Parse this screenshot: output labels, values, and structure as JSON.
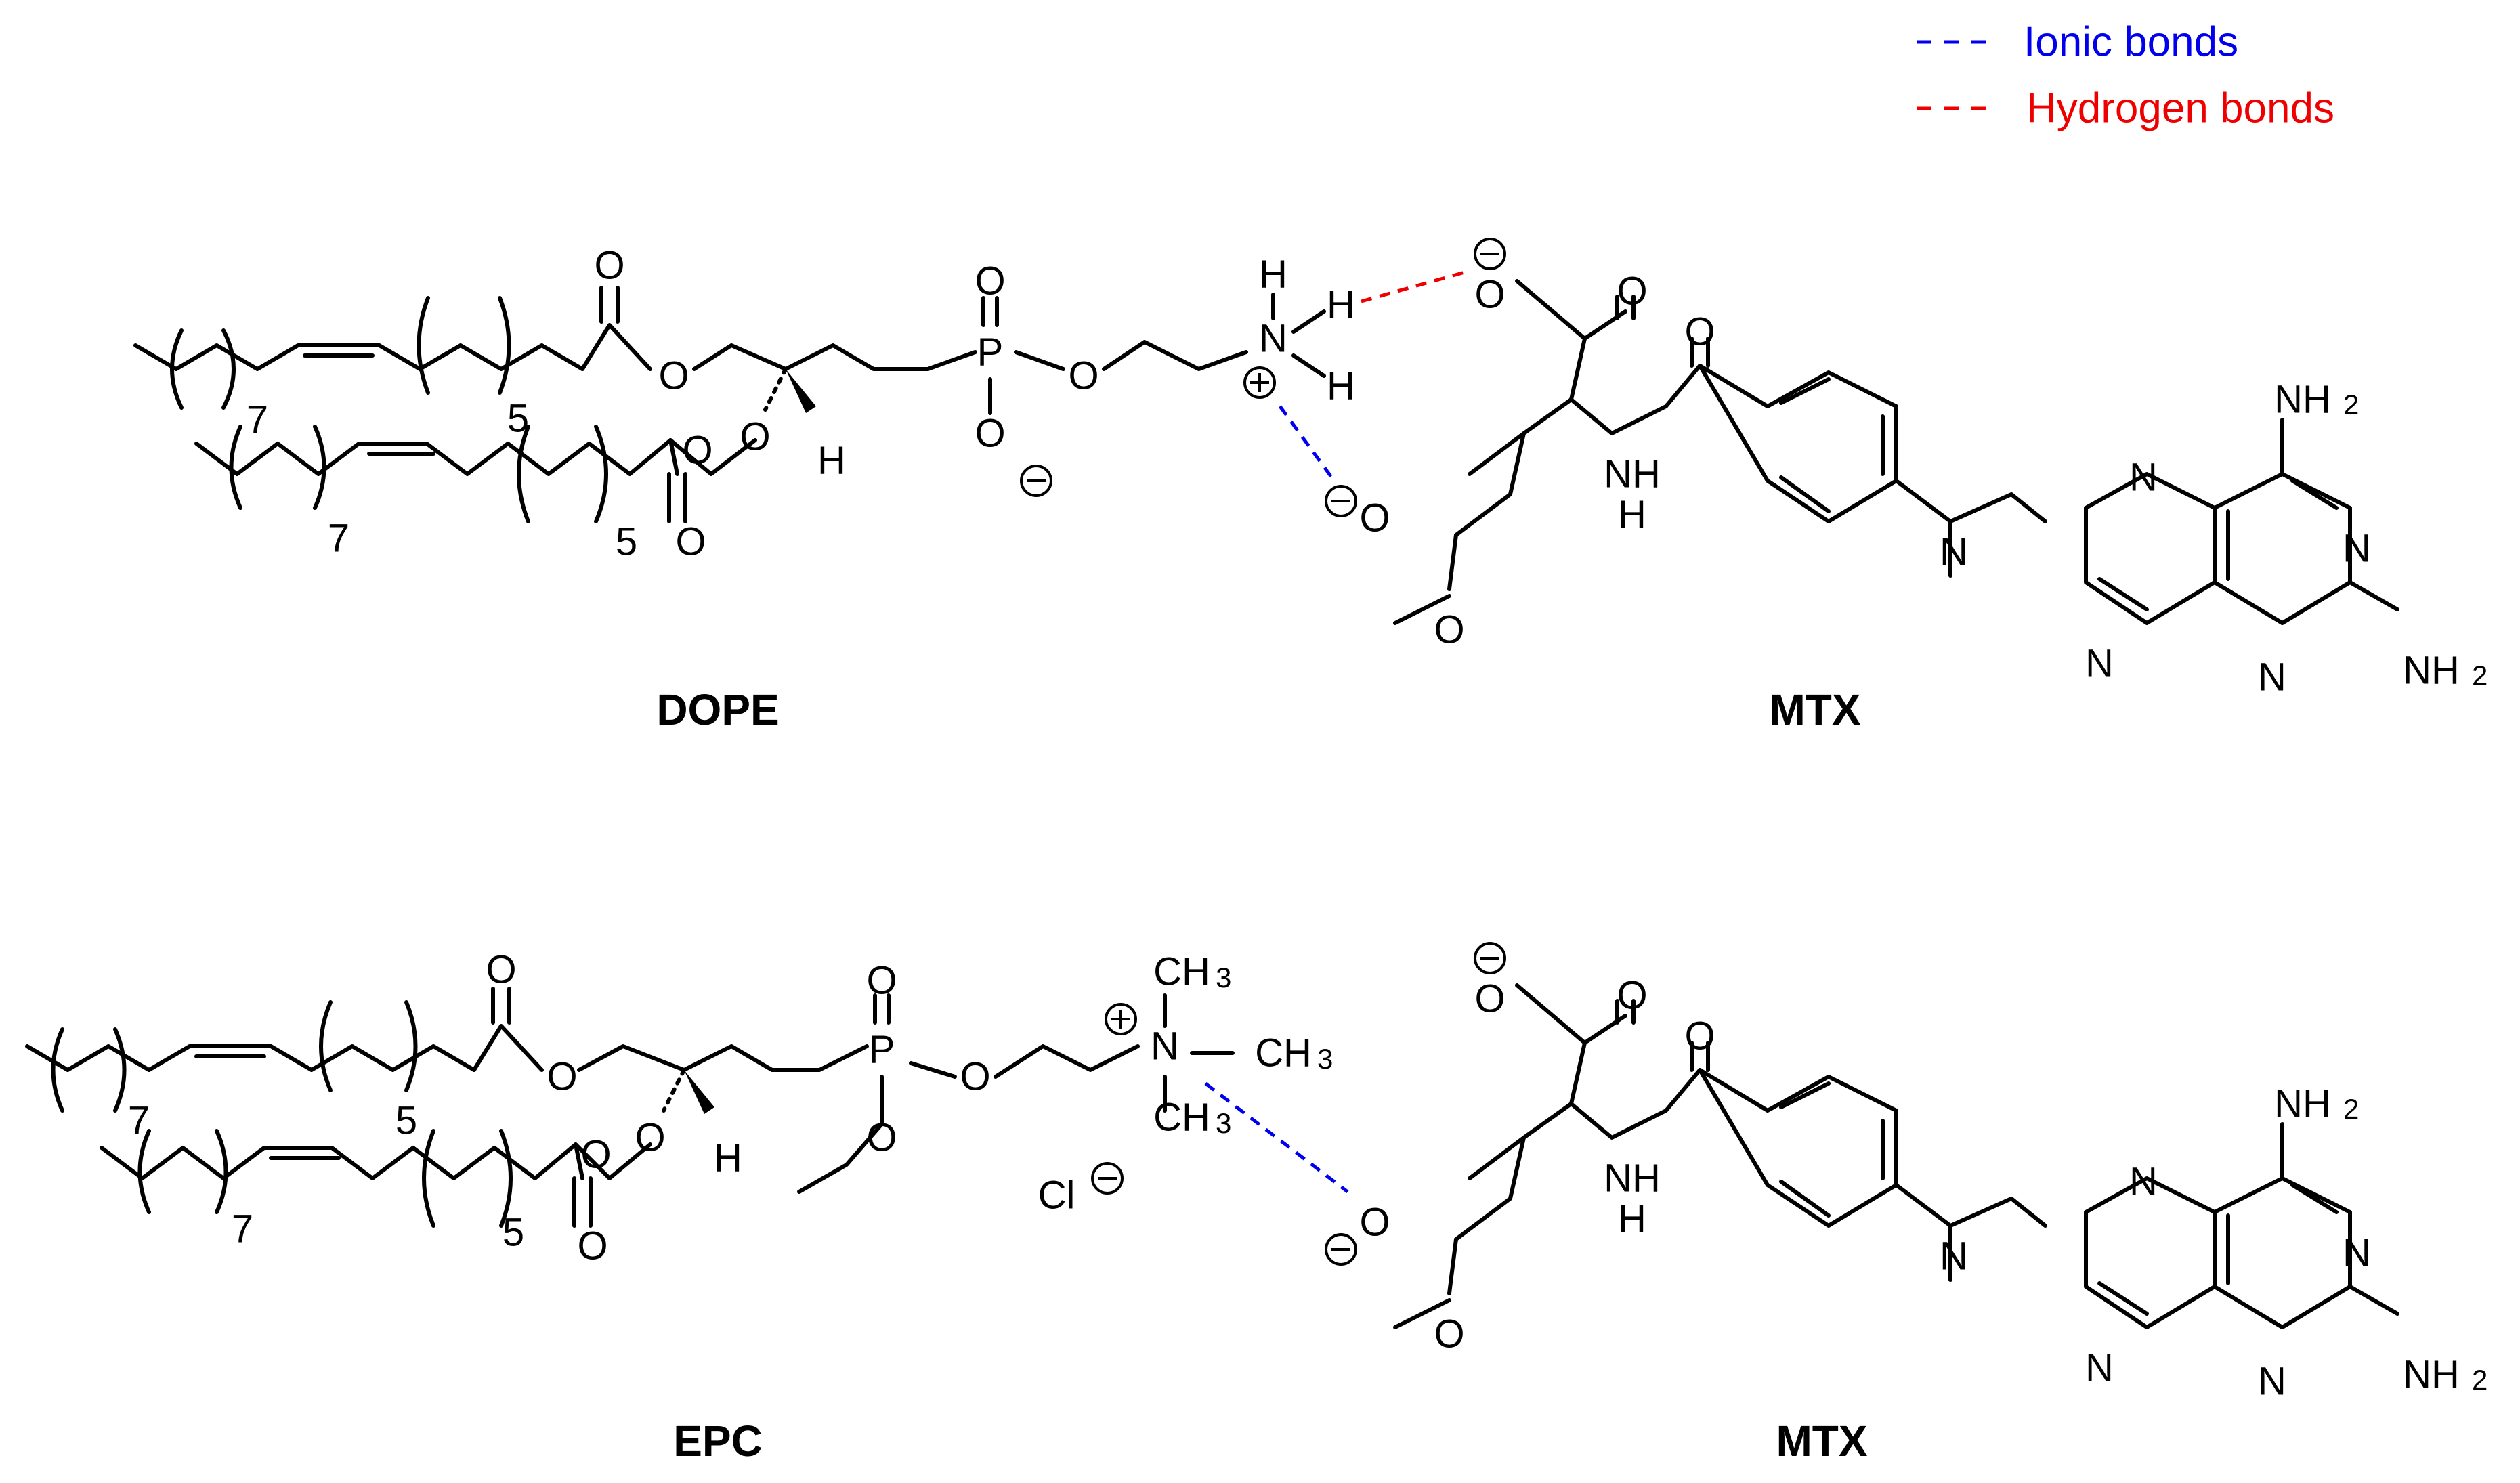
{
  "legend": {
    "ionic": {
      "label": "Ionic bonds",
      "color": "#0000ee"
    },
    "hydrogen": {
      "label": "Hydrogen bonds",
      "color": "#ee0000"
    }
  },
  "molecules": {
    "dope": {
      "name": "DOPE"
    },
    "epc": {
      "name": "EPC"
    },
    "mtx_top": {
      "name": "MTX"
    },
    "mtx_bottom": {
      "name": "MTX"
    }
  },
  "atoms": {
    "O": "O",
    "P": "P",
    "N": "N",
    "H": "H",
    "NH": "NH",
    "NH2": "NH",
    "two": "2",
    "CH3": "CH",
    "three": "3",
    "Cl": "Cl"
  },
  "repeats": {
    "seven": "7",
    "five": "5"
  }
}
